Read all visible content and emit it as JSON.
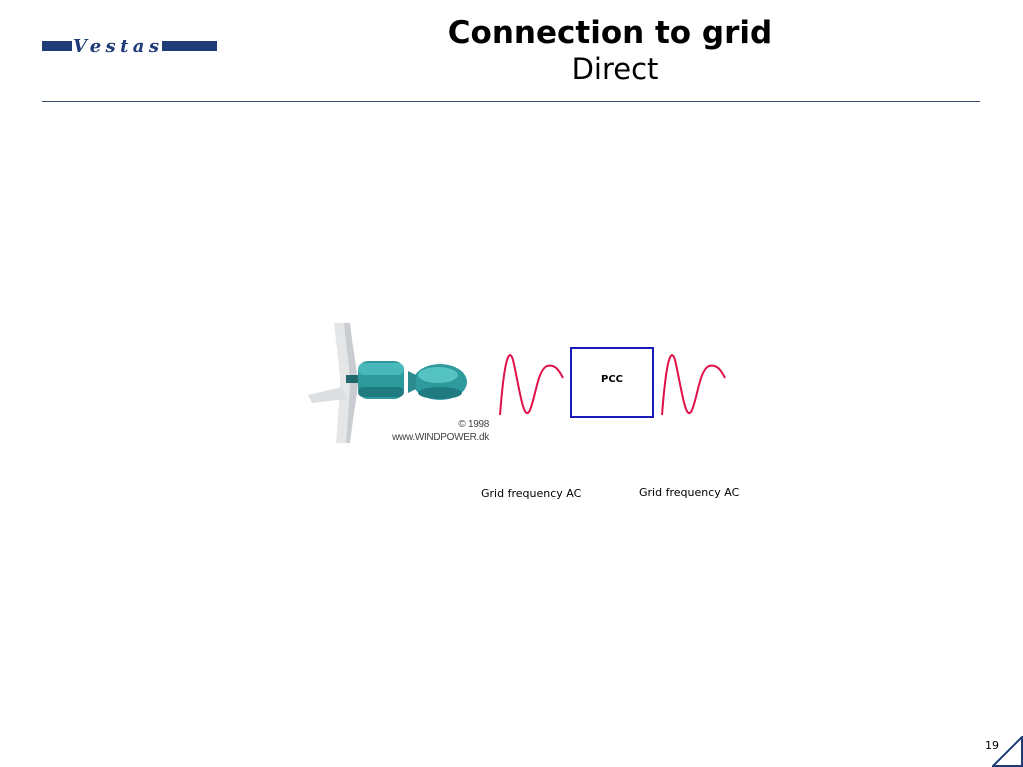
{
  "header": {
    "brand": "Vestas",
    "title": "Connection to grid",
    "subtitle": "Direct"
  },
  "figure": {
    "credit_line1": "© 1998",
    "credit_line2": "www.WINDPOWER.dk",
    "pcc_label": "PCC",
    "caption_left": "Grid frequency AC",
    "caption_right": "Grid frequency AC"
  },
  "footer": {
    "page_number": "19"
  },
  "colors": {
    "brand_blue": "#1f3b78",
    "wave_red": "#e0104a",
    "pcc_border": "#1a1ab8"
  }
}
